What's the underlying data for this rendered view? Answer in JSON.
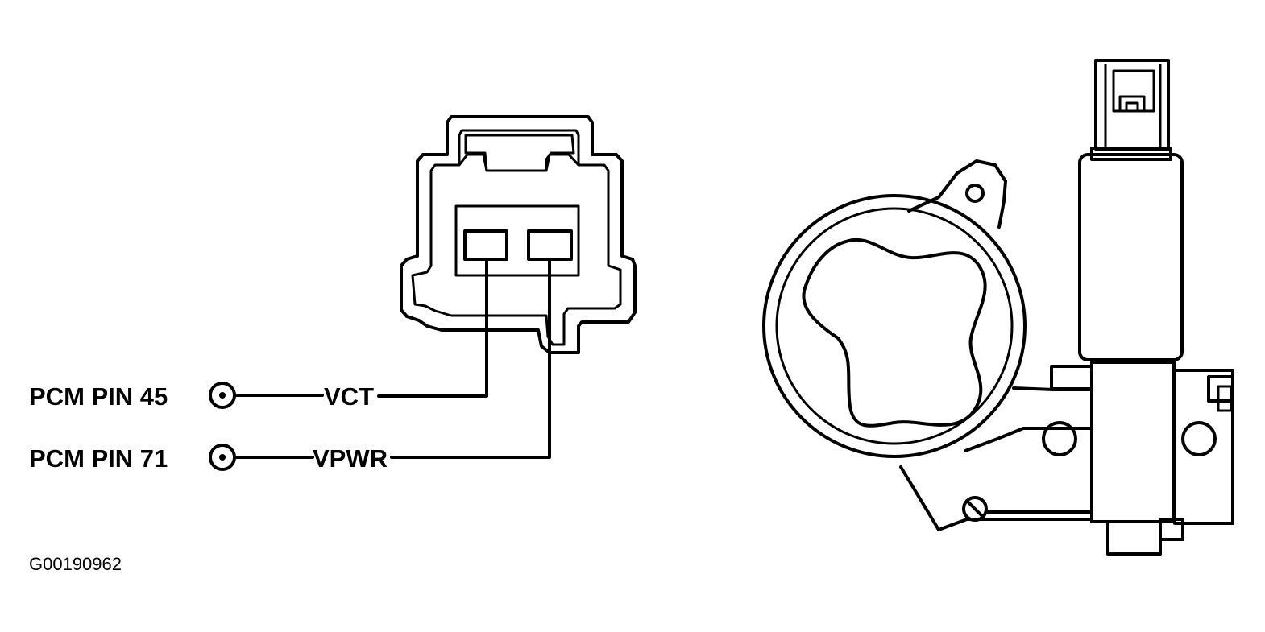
{
  "pins": [
    {
      "label": "PCM PIN 45",
      "signal": "VCT"
    },
    {
      "label": "PCM PIN 71",
      "signal": "VPWR"
    }
  ],
  "figure_code": "G00190962",
  "colors": {
    "ink": "#000000",
    "background": "#ffffff"
  }
}
